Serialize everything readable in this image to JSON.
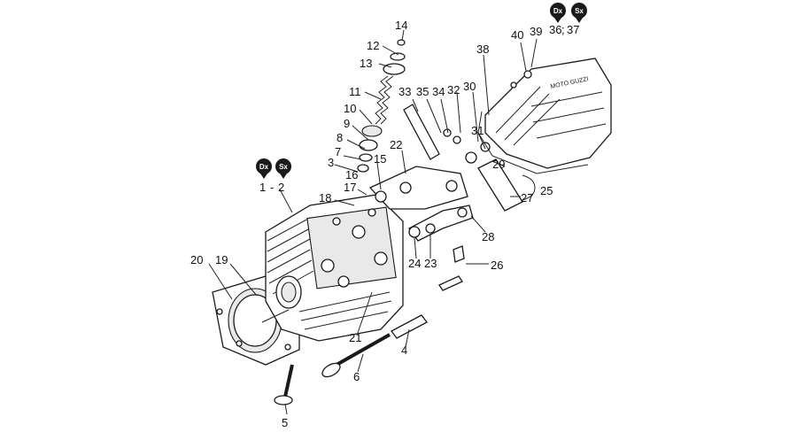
{
  "diagram": {
    "labels": [
      {
        "id": "l1",
        "text": "1"
      },
      {
        "id": "l2",
        "text": "2"
      },
      {
        "id": "l3",
        "text": "3"
      },
      {
        "id": "l4",
        "text": "4"
      },
      {
        "id": "l5",
        "text": "5"
      },
      {
        "id": "l6",
        "text": "6"
      },
      {
        "id": "l7",
        "text": "7"
      },
      {
        "id": "l8",
        "text": "8"
      },
      {
        "id": "l9",
        "text": "9"
      },
      {
        "id": "l10",
        "text": "10"
      },
      {
        "id": "l11",
        "text": "11"
      },
      {
        "id": "l12",
        "text": "12"
      },
      {
        "id": "l13",
        "text": "13"
      },
      {
        "id": "l14",
        "text": "14"
      },
      {
        "id": "l15",
        "text": "15"
      },
      {
        "id": "l16",
        "text": "16"
      },
      {
        "id": "l17",
        "text": "17"
      },
      {
        "id": "l18",
        "text": "18"
      },
      {
        "id": "l19",
        "text": "19"
      },
      {
        "id": "l20",
        "text": "20"
      },
      {
        "id": "l21",
        "text": "21"
      },
      {
        "id": "l22",
        "text": "22"
      },
      {
        "id": "l23",
        "text": "23"
      },
      {
        "id": "l24",
        "text": "24"
      },
      {
        "id": "l25",
        "text": "25"
      },
      {
        "id": "l26",
        "text": "26"
      },
      {
        "id": "l27",
        "text": "27"
      },
      {
        "id": "l28",
        "text": "28"
      },
      {
        "id": "l29",
        "text": "29"
      },
      {
        "id": "l30",
        "text": "30"
      },
      {
        "id": "l31",
        "text": "31"
      },
      {
        "id": "l32",
        "text": "32"
      },
      {
        "id": "l33",
        "text": "33"
      },
      {
        "id": "l34",
        "text": "34"
      },
      {
        "id": "l35",
        "text": "35"
      },
      {
        "id": "l36",
        "text": "36"
      },
      {
        "id": "l37",
        "text": "37"
      },
      {
        "id": "l38",
        "text": "38"
      },
      {
        "id": "l39",
        "text": "39"
      },
      {
        "id": "l40",
        "text": "40"
      },
      {
        "id": "dash12",
        "text": "-"
      },
      {
        "id": "semi3637",
        "text": ";"
      }
    ],
    "badges": [
      {
        "id": "b1",
        "text": "Dx"
      },
      {
        "id": "b2",
        "text": "Sx"
      },
      {
        "id": "b36",
        "text": "Dx"
      },
      {
        "id": "b37",
        "text": "Sx"
      }
    ],
    "cover_marking": "MOTO GUZZI"
  }
}
